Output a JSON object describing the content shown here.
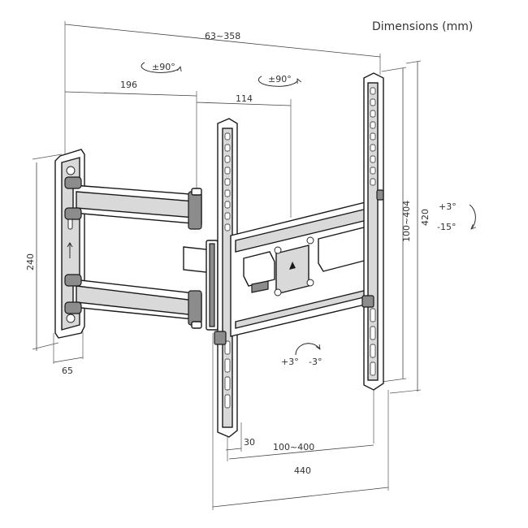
{
  "title": "Dimensions (mm)",
  "dimensions": {
    "overall_reach": "63~358",
    "arm1_length": "196",
    "arm2_length": "114",
    "wall_plate_height": "240",
    "wall_plate_width": "65",
    "slot_offset": "30",
    "vesa_horizontal": "100~400",
    "bracket_width": "440",
    "vesa_vertical": "100~404",
    "bracket_height": "420"
  },
  "rotations": {
    "swivel_1": "±90°",
    "swivel_2": "±90°",
    "tilt_up": "+3°",
    "tilt_down": "-15°",
    "level_plus": "+3°",
    "level_minus": "-3°"
  }
}
